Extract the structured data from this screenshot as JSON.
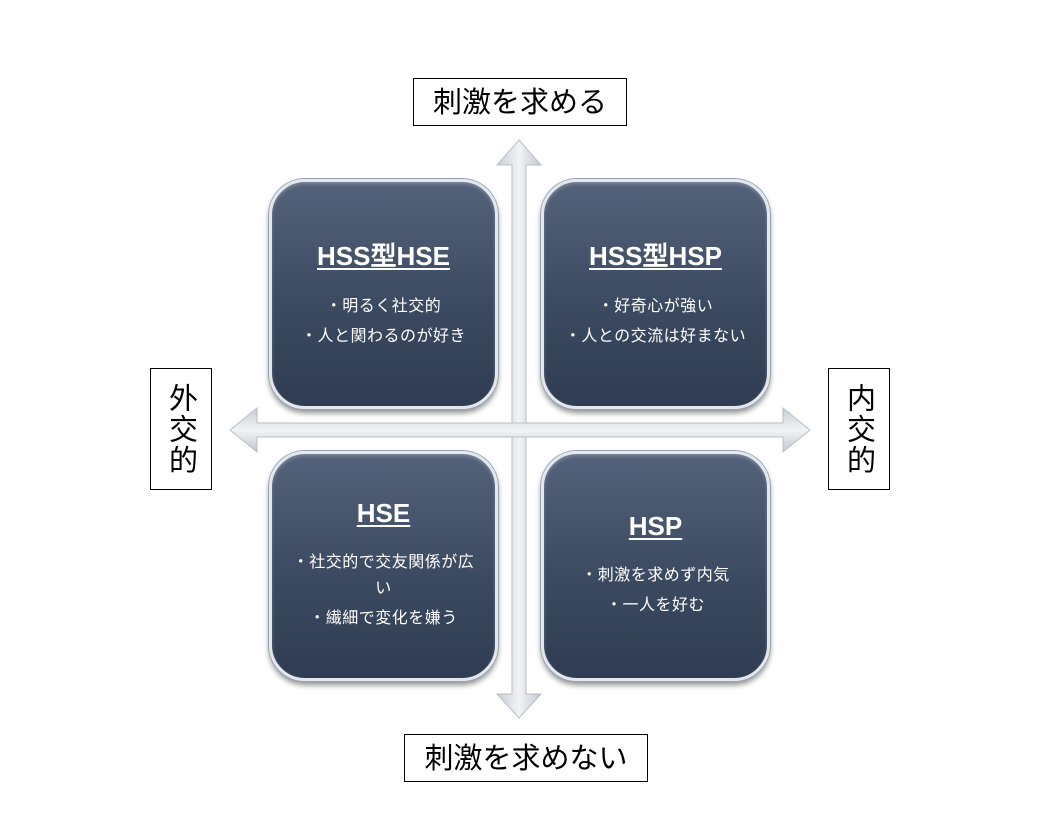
{
  "axes": {
    "top": "刺激を求める",
    "bottom": "刺激を求めない",
    "left": "外交的",
    "right": "内交的"
  },
  "colors": {
    "box_fill_top": "#53627a",
    "box_fill_bottom": "#2f3c52",
    "box_border": "#e4e8ee",
    "arrow": "#d0d4d9"
  },
  "quadrants": {
    "top_left": {
      "title": "HSS型HSE",
      "items": [
        "・明るく社交的",
        "・人と関わるのが好き"
      ]
    },
    "top_right": {
      "title": "HSS型HSP",
      "items": [
        "・好奇心が強い",
        "・人との交流は好まない"
      ]
    },
    "bottom_left": {
      "title": "HSE",
      "items": [
        "・社交的で交友関係が広い",
        "・繊細で変化を嫌う"
      ]
    },
    "bottom_right": {
      "title": "HSP",
      "items": [
        "・刺激を求めず内気",
        "・一人を好む"
      ]
    }
  }
}
